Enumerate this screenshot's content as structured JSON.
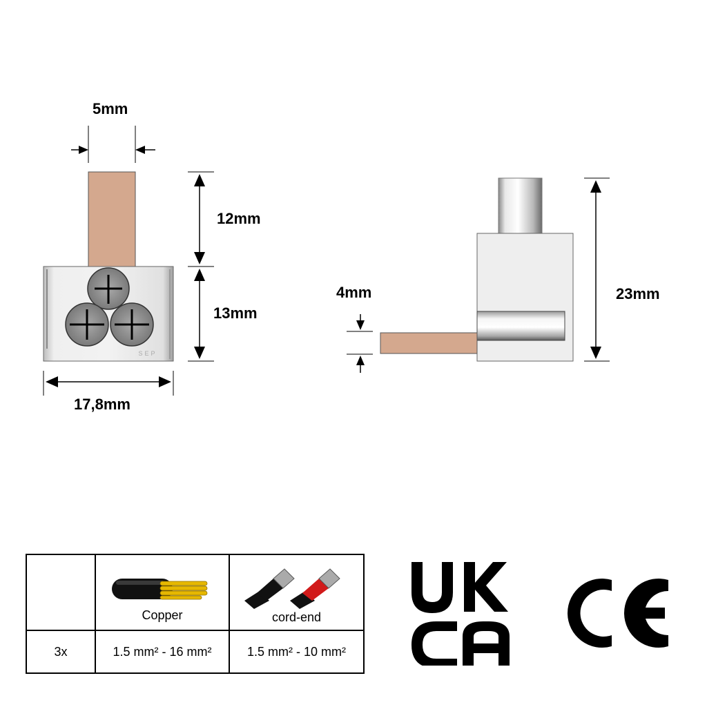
{
  "front_view": {
    "pin_width_label": "5mm",
    "pin_height_label": "12mm",
    "body_height_label": "13mm",
    "body_width_label": "17,8mm",
    "body_marking": "SEP"
  },
  "side_view": {
    "total_height_label": "23mm",
    "pin_thickness_label": "4mm"
  },
  "spec_table": {
    "header": {
      "col1": "",
      "col2": "Copper",
      "col3": "cord-end"
    },
    "row": {
      "qty": "3x",
      "copper_range": "1.5 mm² - 16 mm²",
      "cord_end_range": "1.5 mm² - 10 mm²"
    }
  },
  "marks": {
    "ukca_line1": "UK",
    "ukca_line2": "CA",
    "ce": "CE"
  },
  "colors": {
    "pin_copper": "#d4a88e",
    "body_grey": "#e6e6e6",
    "screw_grey": "#8c8c8c",
    "cable_black": "#111111",
    "ferrule_red": "#d11a1a"
  }
}
